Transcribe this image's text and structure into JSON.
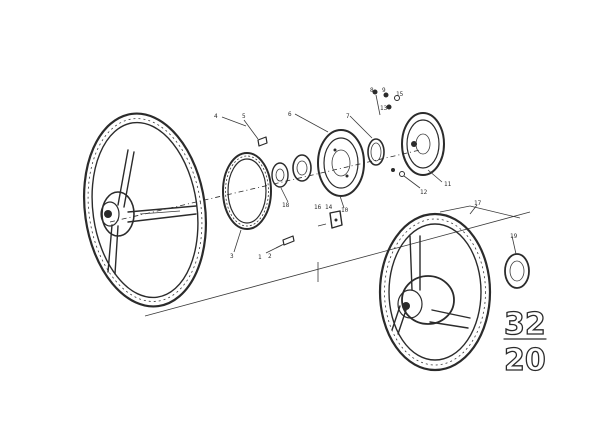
{
  "diagram": {
    "callouts": {
      "c1": "1",
      "c2": "2",
      "c3": "3",
      "c4": "4",
      "c5": "5",
      "c6": "6",
      "c7": "7",
      "c8": "8",
      "c9": "9",
      "c10": "10",
      "c11": "11",
      "c12": "12",
      "c13": "13",
      "c14": "14",
      "c15": "15",
      "c16": "16",
      "c17": "17",
      "c18": "18",
      "c19": "19"
    },
    "group_number_top": "32",
    "group_number_bottom": "20"
  }
}
